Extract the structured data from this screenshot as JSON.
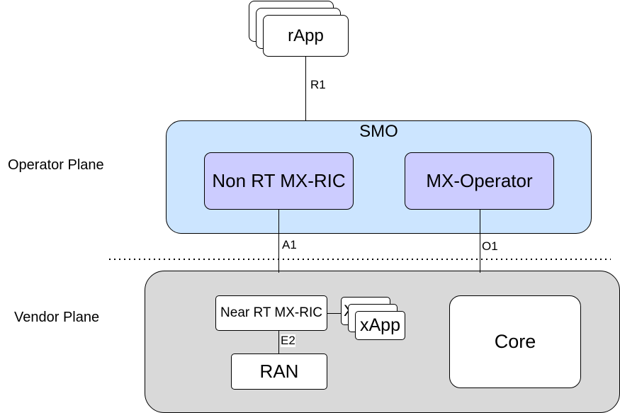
{
  "planes": {
    "operator_label": "Operator Plane",
    "vendor_label": "Vendor Plane"
  },
  "rapp": {
    "label": "rApp"
  },
  "smo": {
    "title": "SMO",
    "non_rt_ric": "Non RT MX-RIC",
    "mx_operator": "MX-Operator"
  },
  "vendor": {
    "near_rt_ric": "Near RT MX-RIC",
    "xapp": "xApp",
    "xapp_back": "X",
    "ran": "RAN",
    "core": "Core"
  },
  "interfaces": {
    "r1": "R1",
    "a1": "A1",
    "o1": "O1",
    "e2": "E2"
  },
  "colors": {
    "smo_fill": "#cce5ff",
    "ric_fill": "#ccccff",
    "vendor_fill": "#d9d9d9",
    "box_fill": "#ffffff",
    "line": "#000000"
  }
}
